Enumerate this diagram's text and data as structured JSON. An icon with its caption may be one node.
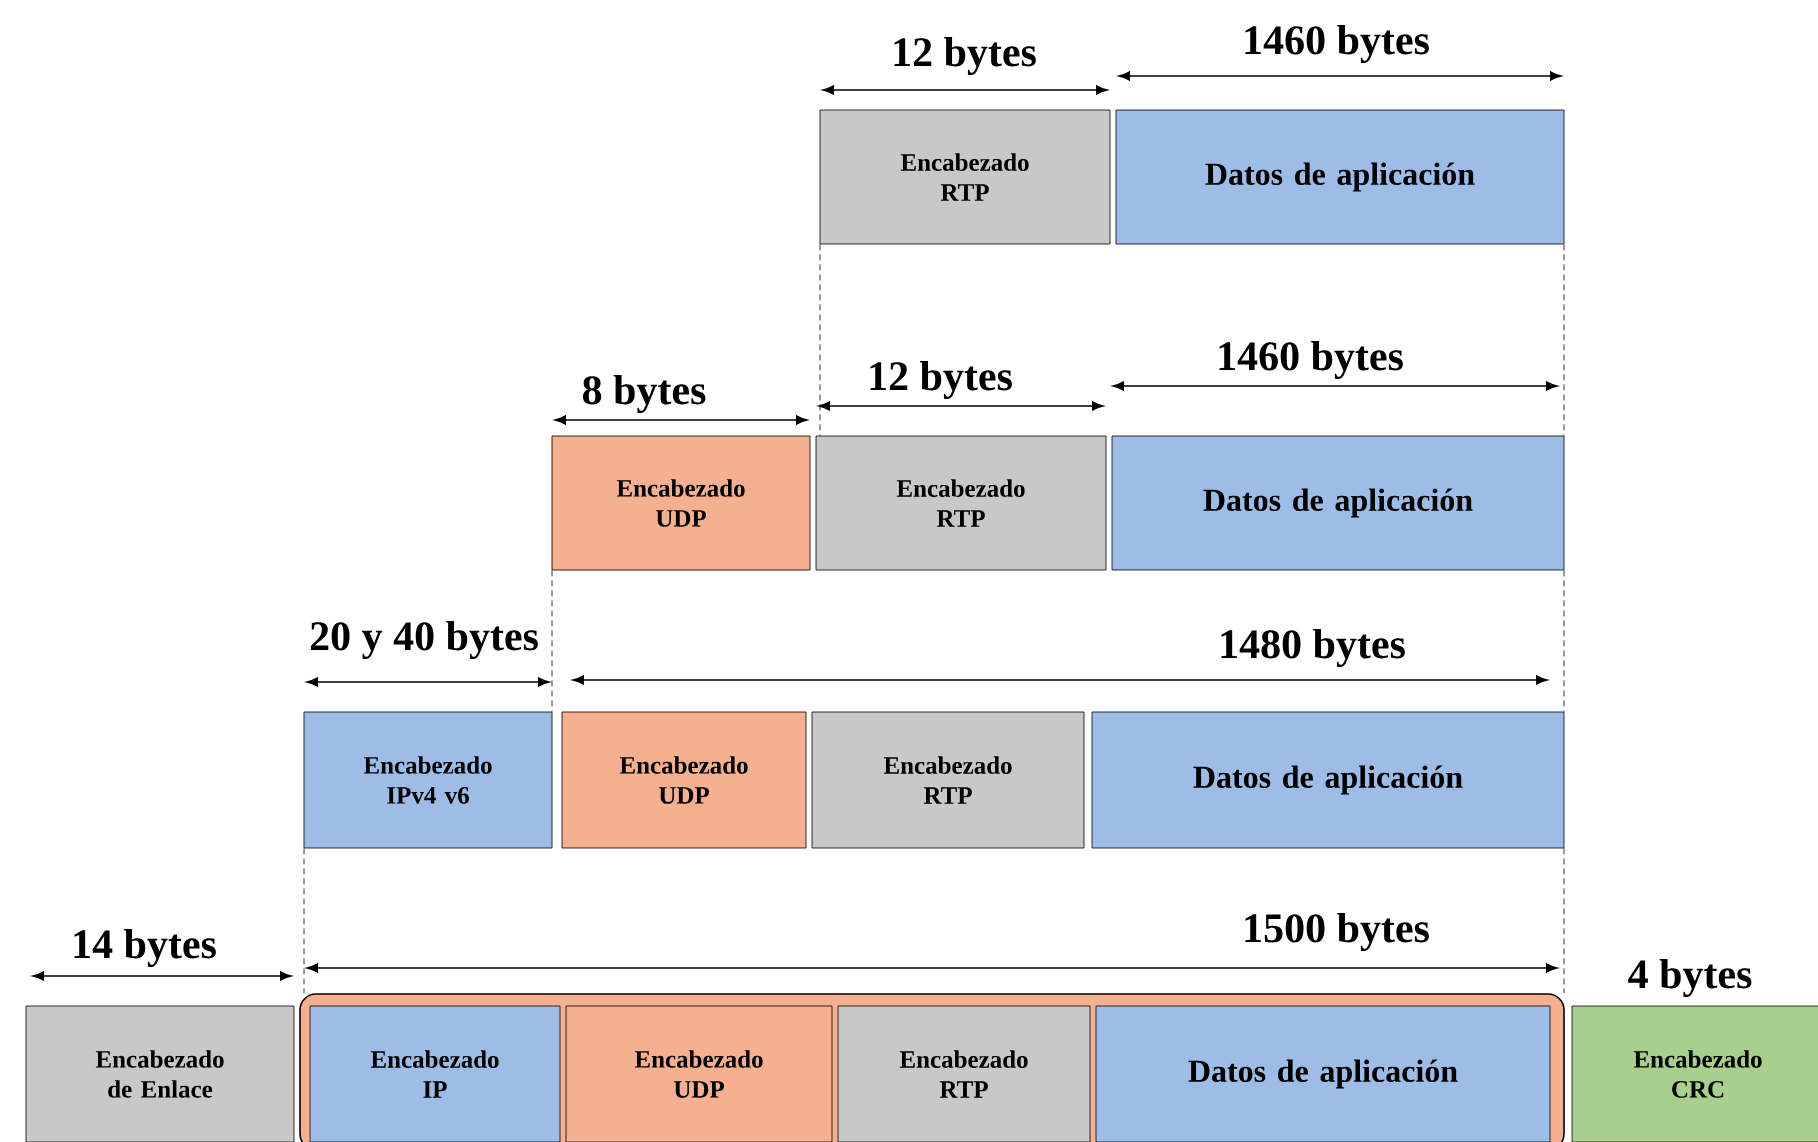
{
  "diagram": {
    "nodes": [
      {
        "text": [
          "Encabezado RTP"
        ]
      },
      {
        "text": [
          "Datos de aplicación"
        ]
      },
      {
        "text": [
          "Encabezado UDP"
        ]
      },
      {
        "text": [
          "Encabezado RTP"
        ]
      },
      {
        "text": [
          "Datos de aplicación"
        ]
      },
      {
        "text": [
          "Encabezado IPv4 v6"
        ]
      },
      {
        "text": [
          "Encabezado UDP"
        ]
      },
      {
        "text": [
          "Encabezado RTP"
        ]
      },
      {
        "text": [
          "Datos de aplicación"
        ]
      },
      {
        "text": [
          "Encabezado de Enlace"
        ]
      },
      {
        "text": [],
        "shape": "box"
      },
      {
        "text": [
          "Encabezado IP"
        ],
        "in": 10
      },
      {
        "text": [
          "Encabezado UDP"
        ],
        "in": 10
      },
      {
        "text": [
          "Encabezado RTP"
        ],
        "in": 10
      },
      {
        "text": [
          "Datos de aplicación"
        ],
        "in": 10
      },
      {
        "text": [
          "Encabezado CRC"
        ]
      }
    ],
    "edges": [
      {
        "from": 0,
        "to": 3,
        "arrow": "none",
        "style": "dashed"
      },
      {
        "from": 1,
        "to": 4,
        "arrow": "none",
        "style": "dashed"
      },
      {
        "from": 2,
        "to": 5,
        "arrow": "none",
        "style": "dashed"
      },
      {
        "from": 4,
        "to": 8,
        "arrow": "none",
        "style": "dashed"
      },
      {
        "from": 5,
        "to": 10,
        "arrow": "none",
        "style": "dashed"
      },
      {
        "from": 8,
        "to": 10,
        "arrow": "none",
        "style": "dashed"
      }
    ],
    "labels": [
      "12 bytes",
      "1460 bytes",
      "8 bytes",
      "12 bytes",
      "1460 bytes",
      "20 y 40 bytes",
      "1480 bytes",
      "14 bytes",
      "1500 bytes",
      "4 bytes"
    ]
  }
}
